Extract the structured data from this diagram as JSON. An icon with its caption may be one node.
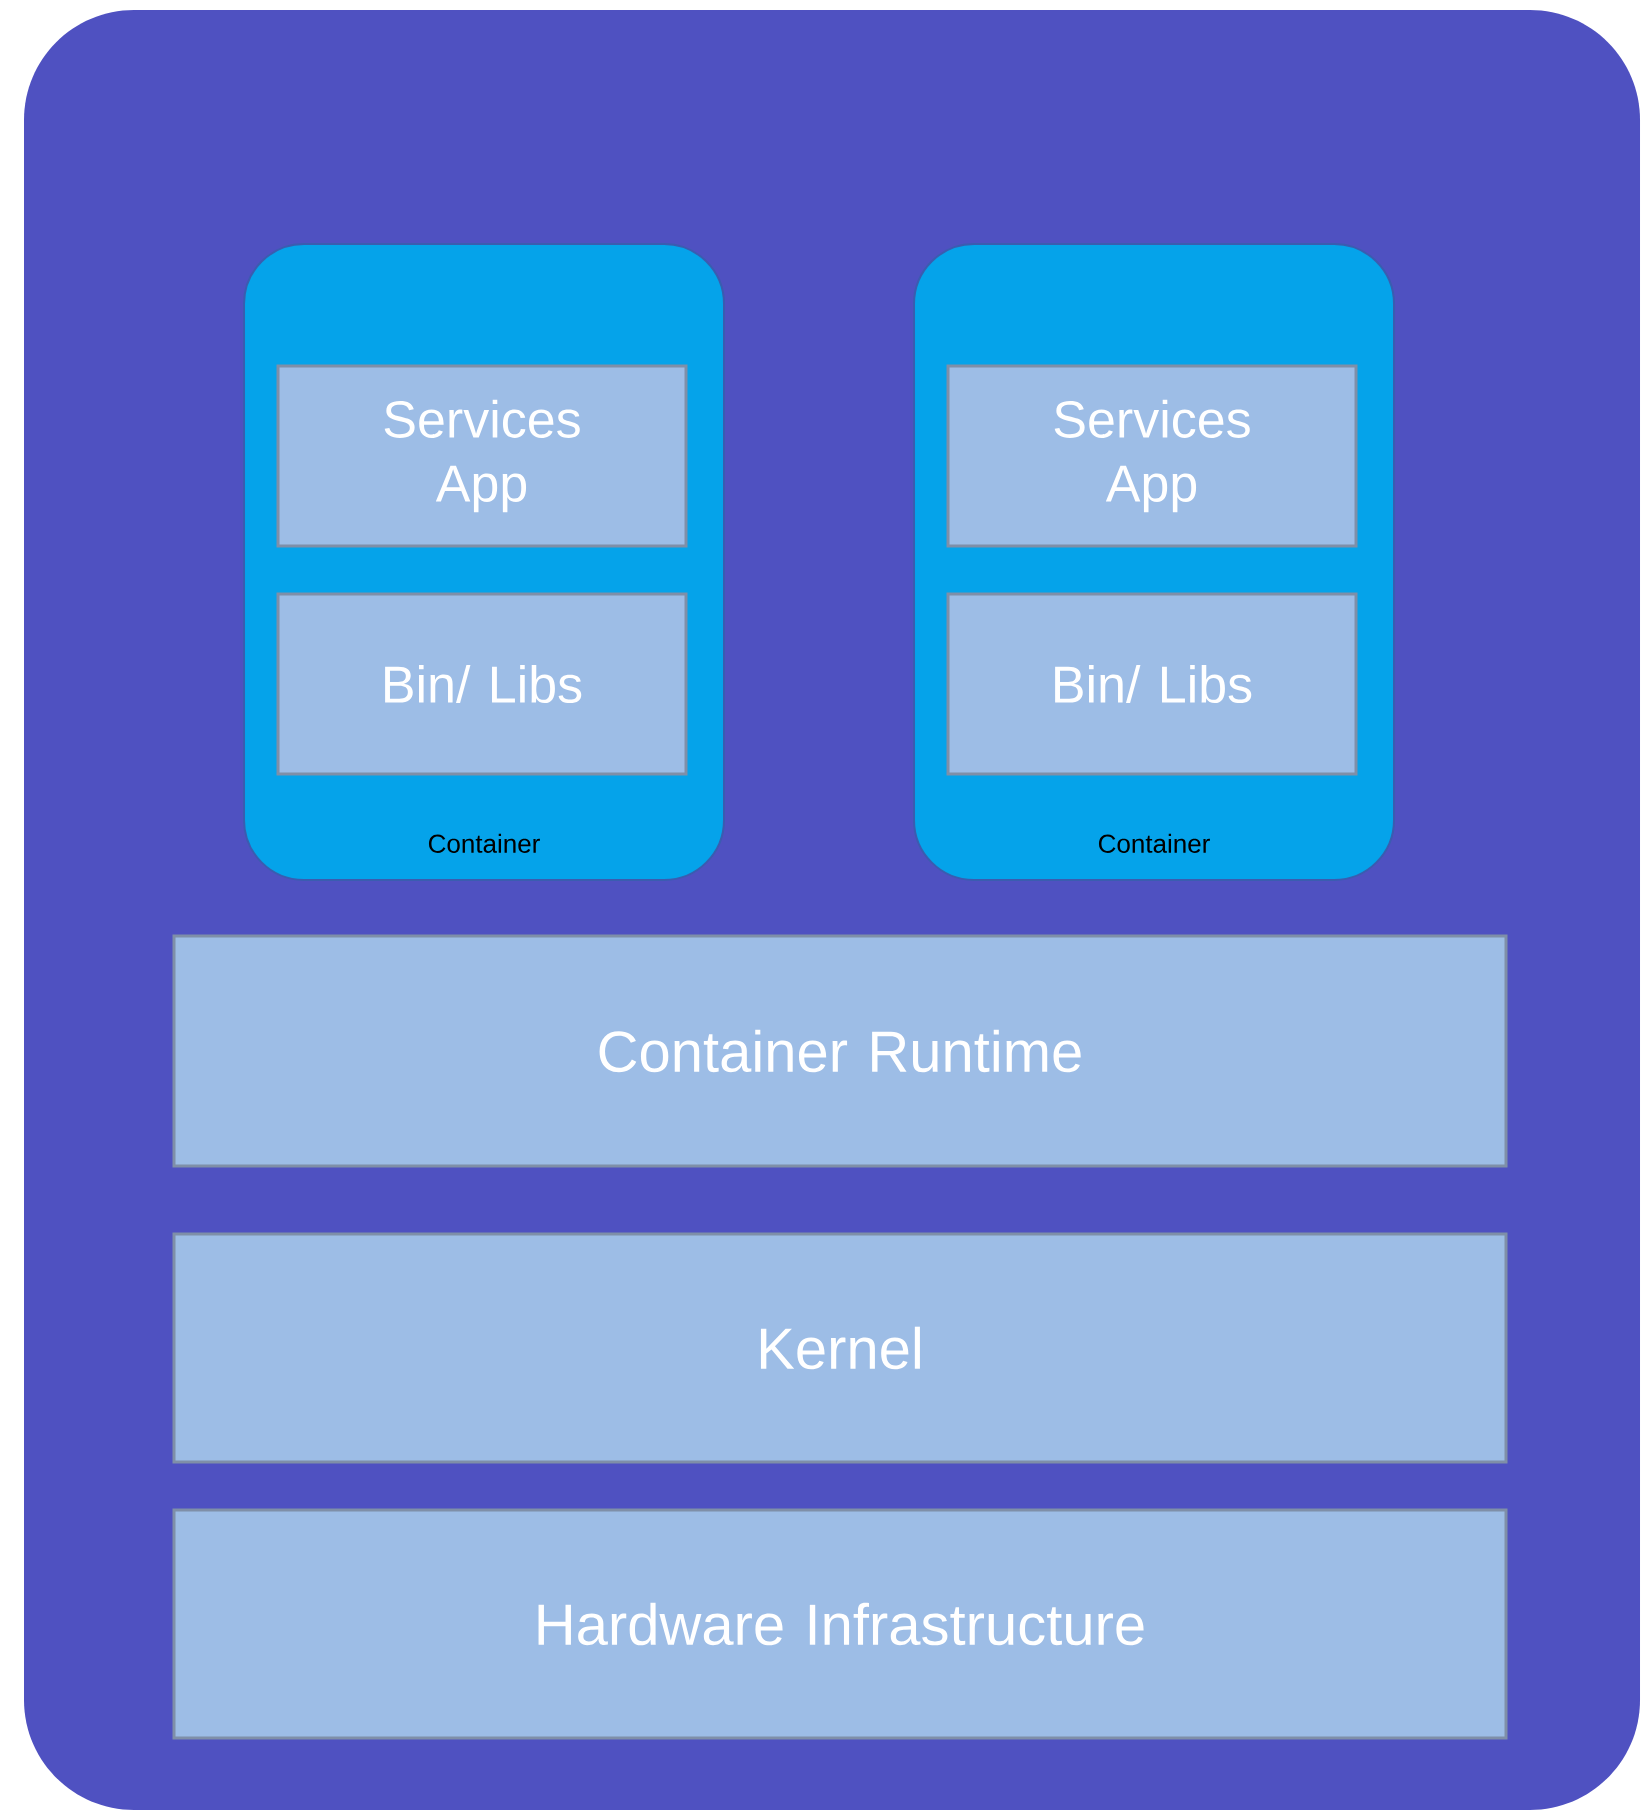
{
  "diagram": {
    "nodes": [
      {
        "text": [],
        "shape": "box"
      },
      {
        "text": [
          "Container"
        ],
        "in": 0
      },
      {
        "text": [
          "Services App"
        ],
        "in": 1
      },
      {
        "text": [
          "Bin/ Libs"
        ],
        "in": 1
      },
      {
        "text": [
          "Container"
        ],
        "in": 0
      },
      {
        "text": [
          "Services App"
        ],
        "in": 4
      },
      {
        "text": [
          "Bin/ Libs"
        ],
        "in": 4
      },
      {
        "text": [
          "Container Runtime"
        ],
        "in": 0
      },
      {
        "text": [
          "Kernel"
        ],
        "in": 0
      },
      {
        "text": [
          "Hardware Infrastructure"
        ],
        "in": 0
      }
    ]
  }
}
